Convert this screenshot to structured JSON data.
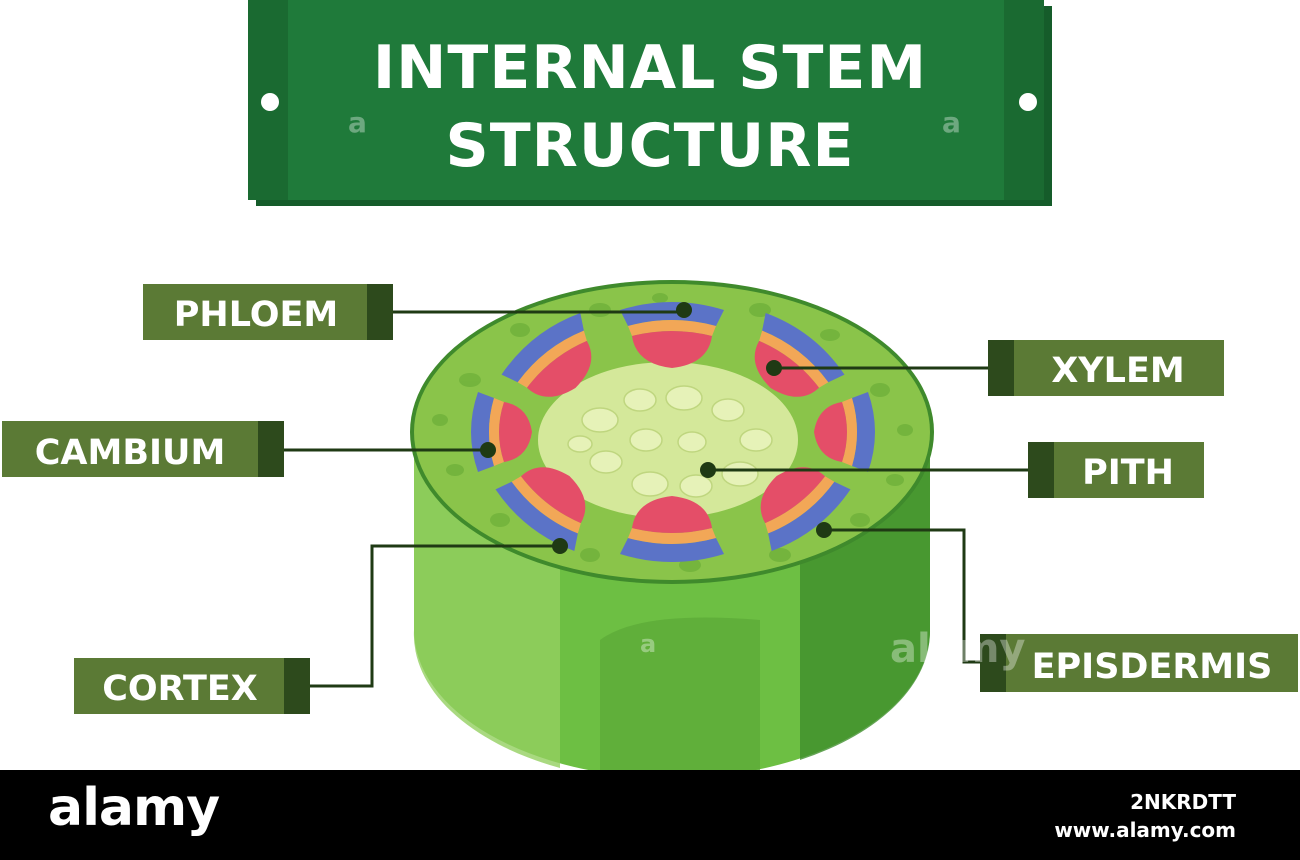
{
  "diagram": {
    "title_line1": "INTERNAL STEM",
    "title_line2": "STRUCTURE",
    "labels": {
      "phloem": "PHLOEM",
      "xylem": "XYLEM",
      "cambium": "CAMBIUM",
      "pith": "PITH",
      "cortex": "CORTEX",
      "epidermis": "EPISDERMIS"
    }
  },
  "watermark": {
    "logo": "alamy",
    "image_id": "2NKRDTT",
    "url": "www.alamy.com",
    "mark": "a"
  },
  "colors": {
    "banner": "#1f7a3a",
    "banner_dark": "#155c2a",
    "label_box": "#5b7a35",
    "label_dark": "#2d4a1c",
    "phloem_blue": "#5b73c7",
    "cambium_orange": "#f2a757",
    "xylem_red": "#e44e68",
    "pith": "#d4e89a",
    "cortex": "#8ac44a",
    "cylinder_side": "#6dbf43"
  }
}
